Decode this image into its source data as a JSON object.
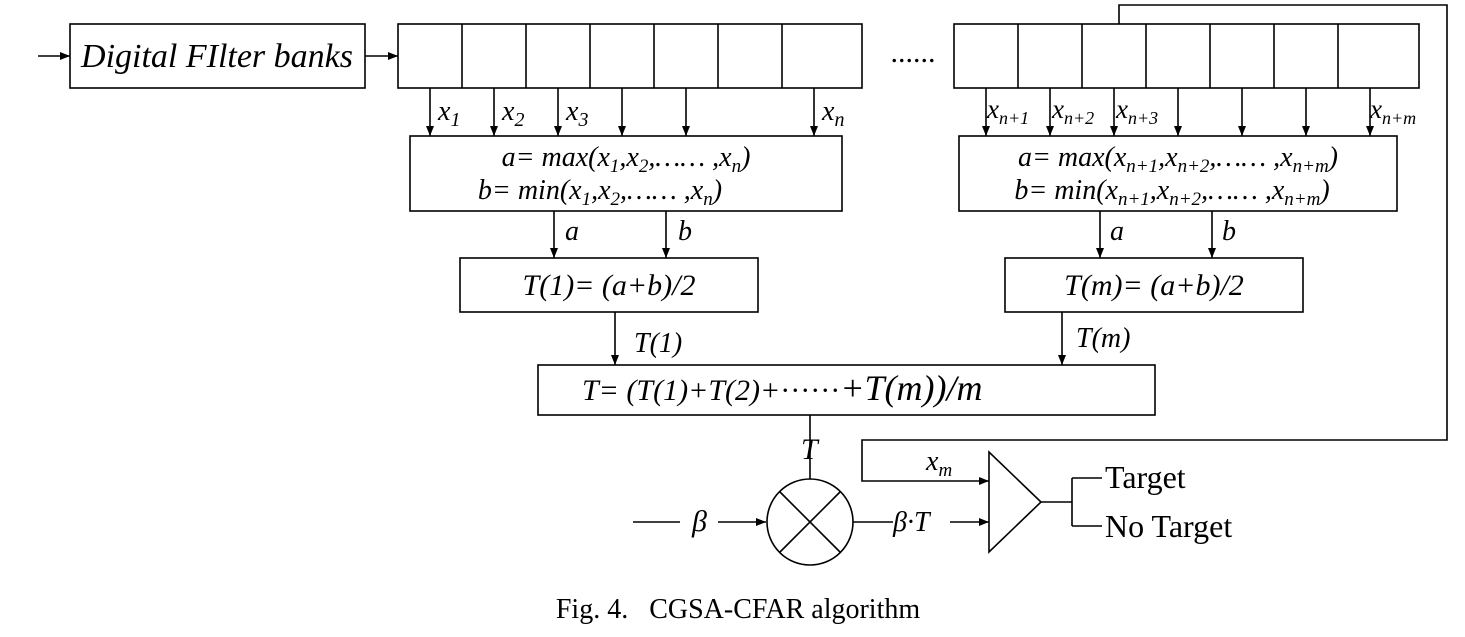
{
  "input_block": {
    "label": "Digital FIlter banks"
  },
  "ellipsis": "......",
  "taps_left": [
    {
      "base": "x",
      "sub": "1"
    },
    {
      "base": "x",
      "sub": "2"
    },
    {
      "base": "x",
      "sub": "3"
    },
    {
      "base": "",
      "sub": ""
    },
    {
      "base": "",
      "sub": ""
    },
    {
      "base": "x",
      "sub": "n"
    }
  ],
  "taps_right": [
    {
      "base": "x",
      "sub": "n+1"
    },
    {
      "base": "x",
      "sub": "n+2"
    },
    {
      "base": "x",
      "sub": "n+3"
    },
    {
      "base": "",
      "sub": ""
    },
    {
      "base": "",
      "sub": ""
    },
    {
      "base": "x",
      "sub": "n+m"
    }
  ],
  "minmax_left": {
    "a_prefix": "a= max(x",
    "a_s1": "1",
    "a_mid1": ",x",
    "a_s2": "2",
    "a_mid2": ",…… ,x",
    "a_s3": "n",
    "a_end": ")",
    "b_prefix": "b= min(x",
    "b_s1": "1",
    "b_mid1": ",x",
    "b_s2": "2",
    "b_mid2": ",…… ,x",
    "b_s3": "n",
    "b_end": ")"
  },
  "minmax_right": {
    "a_prefix": "a= max(x",
    "a_s1": "n+1",
    "a_mid1": ",x",
    "a_s2": "n+2",
    "a_mid2": ",…… ,x",
    "a_s3": "n+m",
    "a_end": ")",
    "b_prefix": "b= min(x",
    "b_s1": "n+1",
    "b_mid1": ",x",
    "b_s2": "n+2",
    "b_mid2": ",…… ,x",
    "b_s3": "n+m",
    "b_end": ")"
  },
  "label_a": "a",
  "label_b": "b",
  "threshold_left": "T(1)= (a+b)/2",
  "threshold_right": "T(m)= (a+b)/2",
  "label_t1": "T(1)",
  "label_tm": "T(m)",
  "avg_block": {
    "left": "T= (T(1)+T(2)+",
    "dots": "······",
    "right": "+T(m))/m"
  },
  "label_t": "T",
  "label_beta": "β",
  "label_beta_t": "β·T",
  "label_xm": {
    "base": "x",
    "sub": "m"
  },
  "outputs": {
    "target": "Target",
    "no_target": "No Target"
  },
  "caption": "Fig. 4.   CGSA-CFAR algorithm"
}
